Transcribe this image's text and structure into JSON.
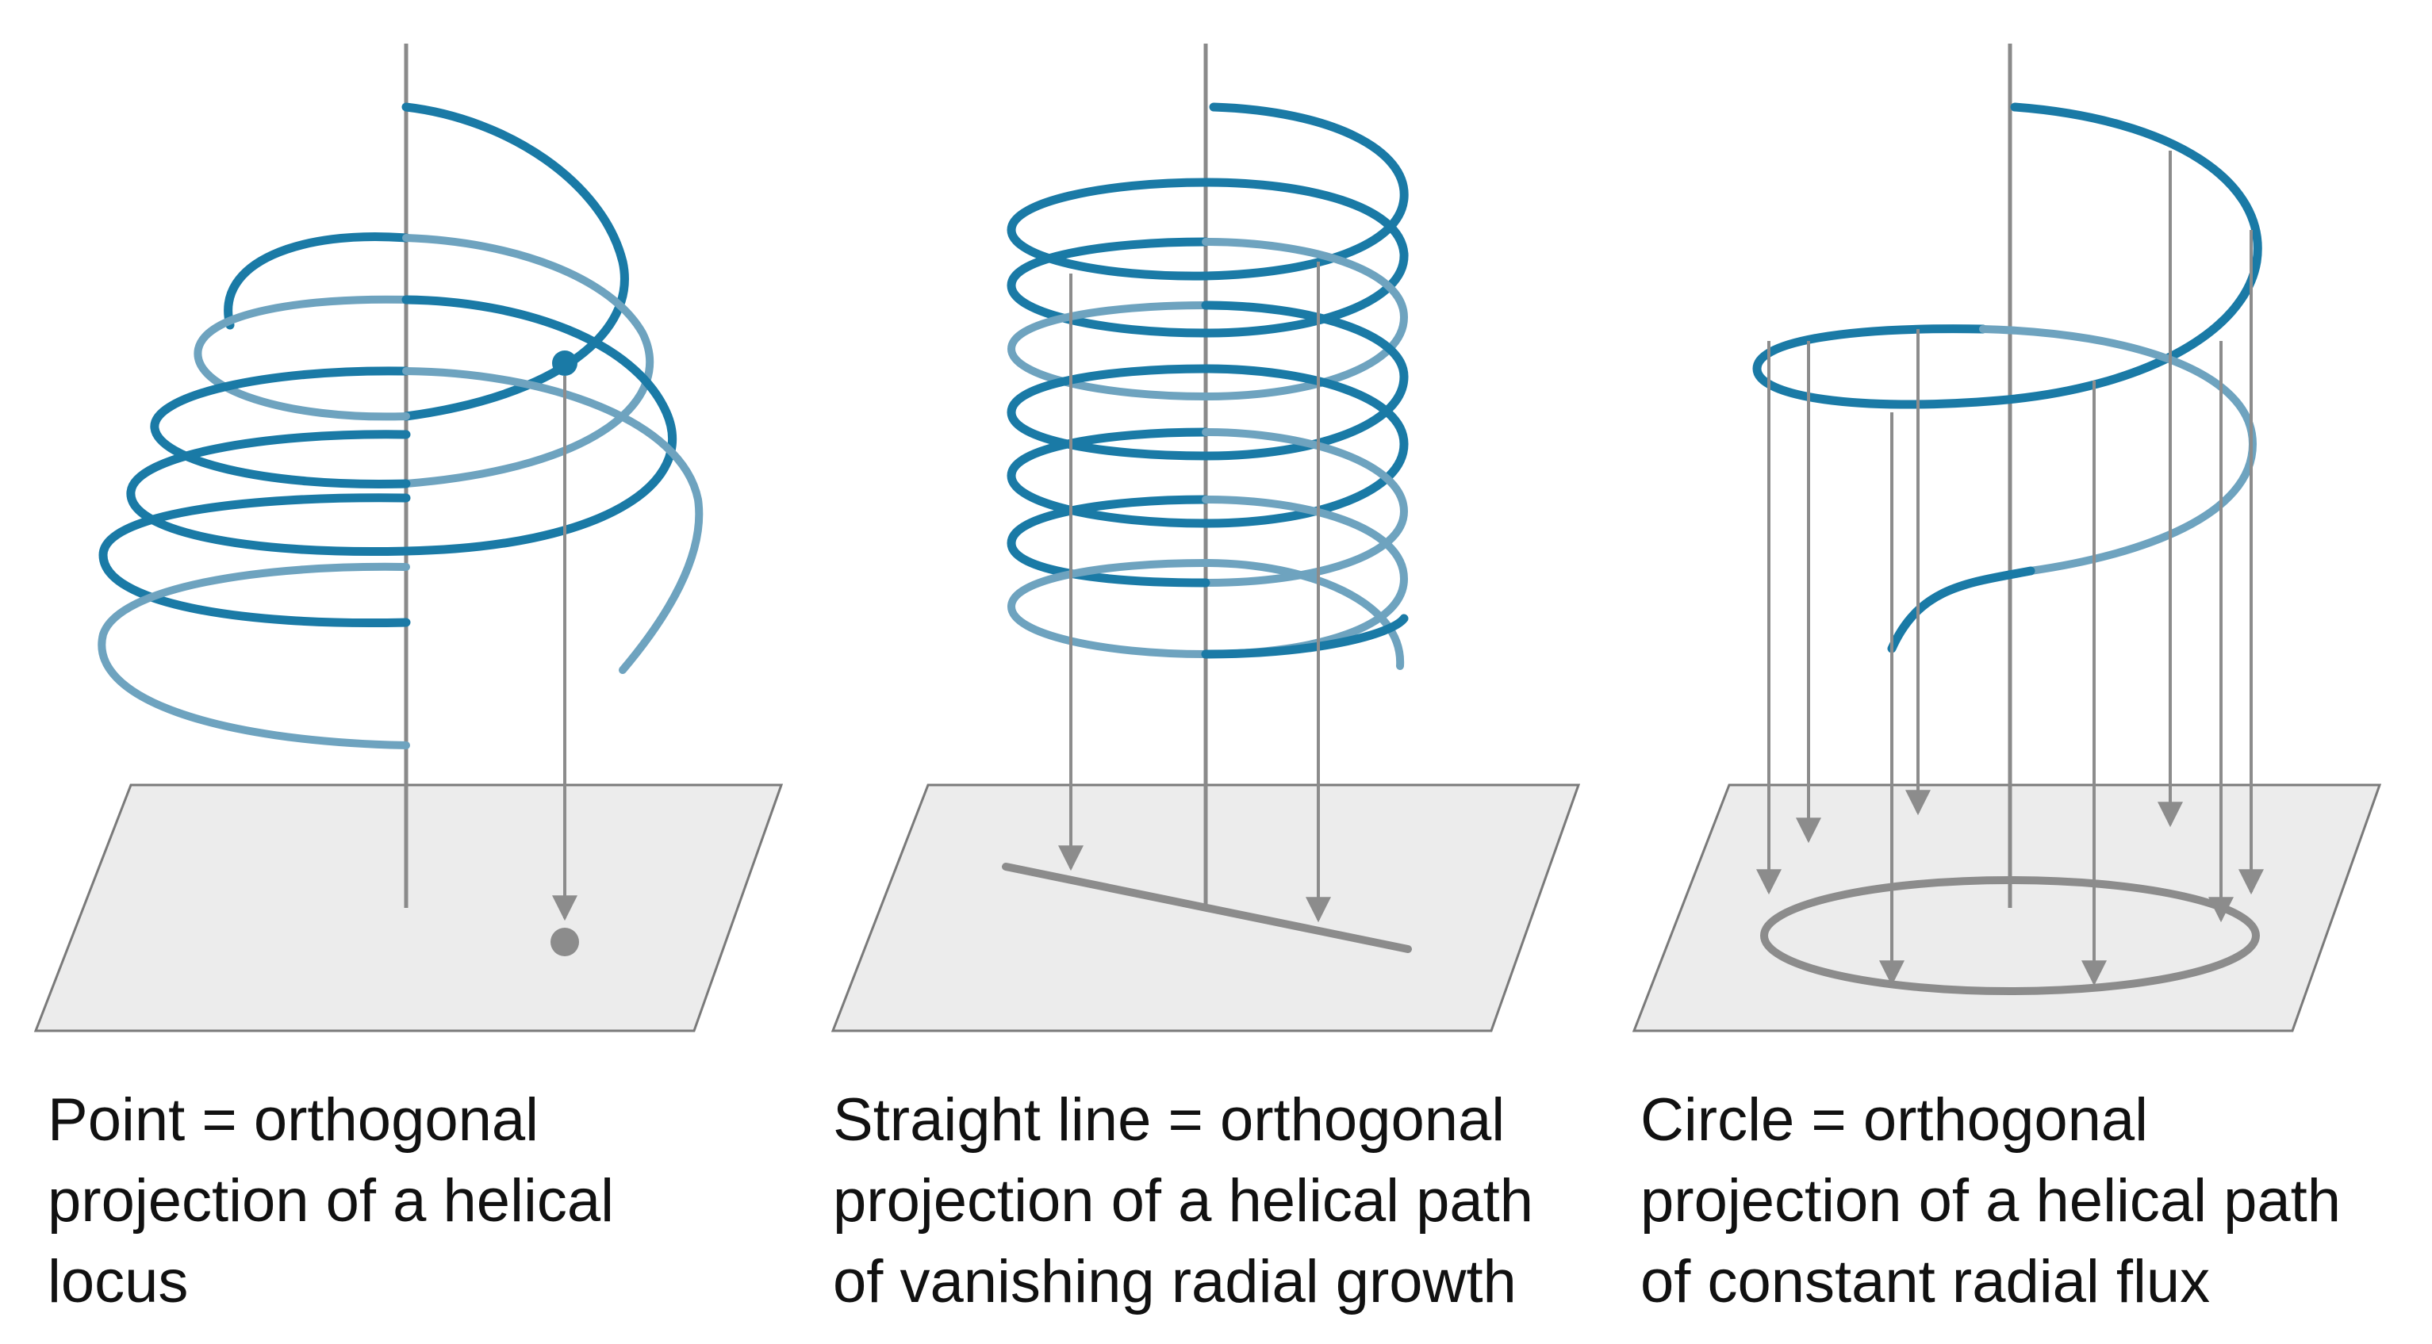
{
  "colors": {
    "helix_front": "#1a7aa6",
    "helix_back": "#6ea3bf",
    "axis": "#8a8a8a",
    "projection": "#8c8c8c",
    "plane_fill": "#ececec",
    "plane_stroke": "#7a7a7a",
    "text": "#111111"
  },
  "panels": [
    {
      "id": "point",
      "caption": [
        "Point = orthogonal",
        "projection of a helical",
        "locus"
      ]
    },
    {
      "id": "line",
      "caption": [
        "Straight line = orthogonal",
        "projection of a helical path",
        "of vanishing radial growth"
      ]
    },
    {
      "id": "circle",
      "caption": [
        "Circle = orthogonal",
        "projection of a helical path",
        "of constant radial flux"
      ]
    }
  ]
}
